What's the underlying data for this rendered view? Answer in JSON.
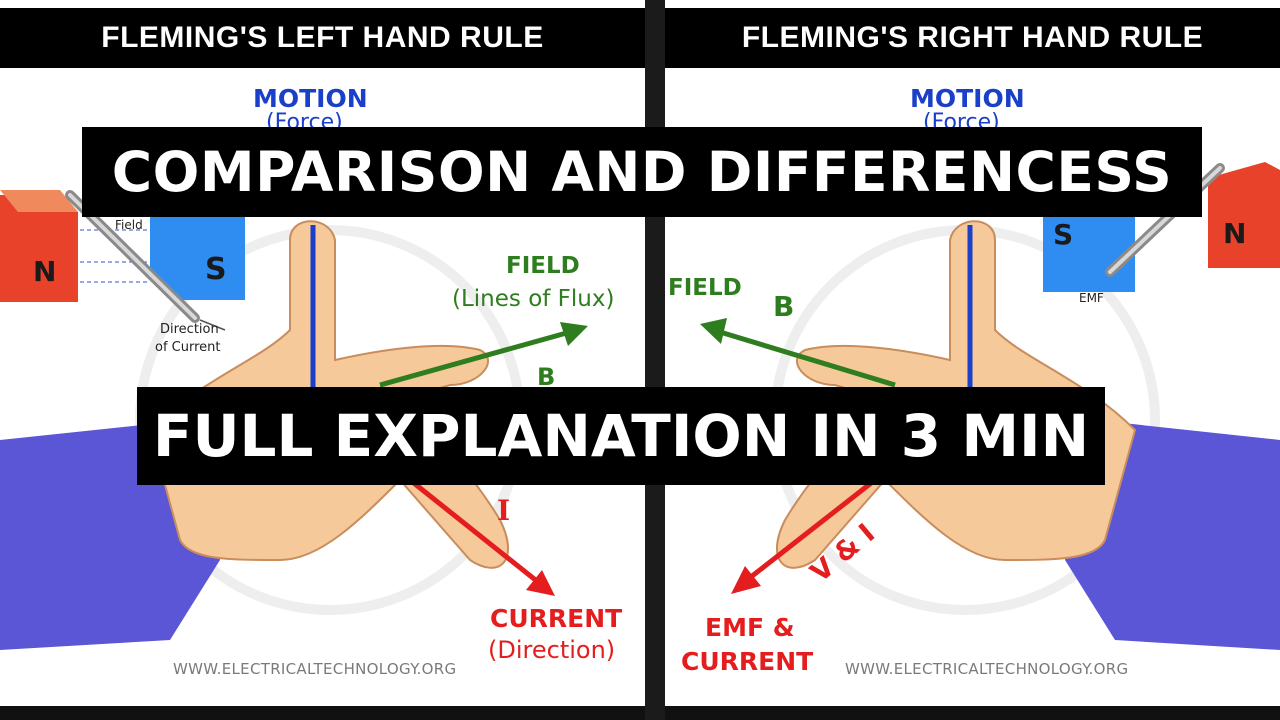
{
  "left": {
    "header": "FLEMING'S LEFT HAND RULE",
    "motion": "MOTION",
    "motion_sub": "(Force)",
    "field": "FIELD",
    "field_sub": "(Lines of Flux)",
    "b": "B",
    "current": "CURRENT",
    "current_sub": "(Direction)",
    "i": "I",
    "magnet_n": "N",
    "magnet_s": "S",
    "inset_field": "Field",
    "inset_direction": "Direction",
    "inset_of_current": "of Current",
    "watermark": "WWW.ELECTRICALTECHNOLOGY.ORG"
  },
  "right": {
    "header": "FLEMING'S RIGHT HAND RULE",
    "motion": "MOTION",
    "motion_sub": "(Force)",
    "field": "FIELD",
    "b": "B",
    "emf": "EMF &",
    "current": "CURRENT",
    "vi": "V & I",
    "magnet_n": "N",
    "magnet_s": "S",
    "inset_emf": "EMF",
    "watermark": "WWW.ELECTRICALTECHNOLOGY.ORG"
  },
  "banner": {
    "top": "COMPARISON AND DIFFERENCESS",
    "bottom": "FULL EXPLANATION IN 3 MIN"
  },
  "colors": {
    "motion": "#1a3fc9",
    "field": "#2e7d1e",
    "current": "#e41e1e",
    "skin": "#f6c99a",
    "sleeve": "#5a56d6",
    "magnet_n": "#e8422a",
    "magnet_s": "#2f8cf0"
  }
}
